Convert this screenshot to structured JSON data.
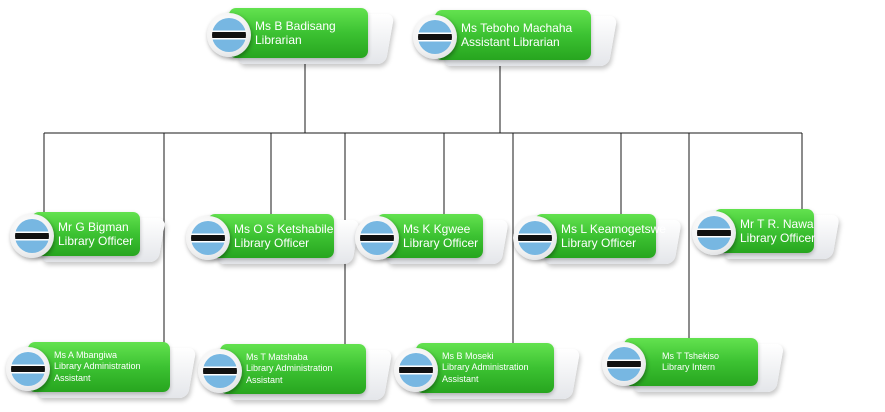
{
  "top_row": [
    {
      "name": "Ms B Badisang",
      "title": "Librarian"
    },
    {
      "name": "Ms Teboho Machaha",
      "title": "Assistant  Librarian"
    }
  ],
  "officers": [
    {
      "name": "Mr G Bigman",
      "title": "Library Officer"
    },
    {
      "name": "Ms O S Ketshabile",
      "title": "Library Officer"
    },
    {
      "name": "Ms K Kgwee",
      "title": "Library Officer"
    },
    {
      "name": "Ms L Keamogetswe",
      "title": "Library Officer"
    },
    {
      "name": "Mr T R. Nawa",
      "title": "Library Officer"
    }
  ],
  "assistants": [
    {
      "name": "Ms A Mbangiwa",
      "title": "Library Administration",
      "title2": "Assistant"
    },
    {
      "name": "Ms T Matshaba",
      "title": "Library Administration",
      "title2": "Assistant"
    },
    {
      "name": "Ms B Moseki",
      "title": "Library Administration",
      "title2": "Assistant"
    },
    {
      "name": "Ms T Tshekiso",
      "title": "Library Intern"
    }
  ],
  "colors": {
    "card": "#3cc232",
    "text": "#ffffff",
    "flag_blue": "#77b7e2",
    "flag_black": "#111111",
    "connector": "#1a1a1a"
  },
  "icon": "botswana-flag-icon"
}
